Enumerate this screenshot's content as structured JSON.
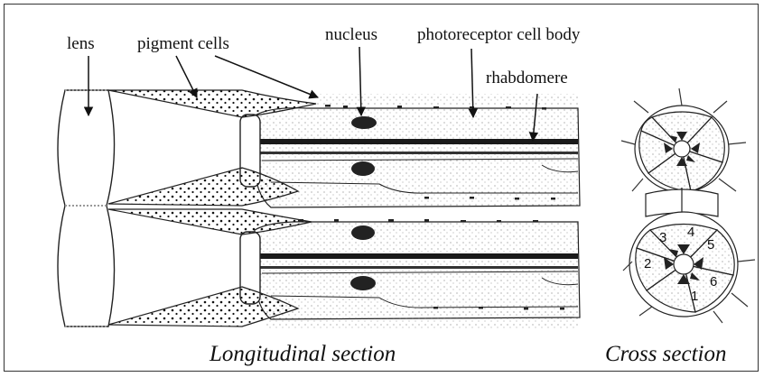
{
  "labels": {
    "lens": "lens",
    "pigment_cells": "pigment cells",
    "nucleus": "nucleus",
    "photoreceptor": "photoreceptor cell body",
    "rhabdomere": "rhabdomere"
  },
  "captions": {
    "longitudinal": "Longitudinal section",
    "cross": "Cross section"
  },
  "cell_numbers": [
    "1",
    "2",
    "3",
    "4",
    "5",
    "6"
  ]
}
